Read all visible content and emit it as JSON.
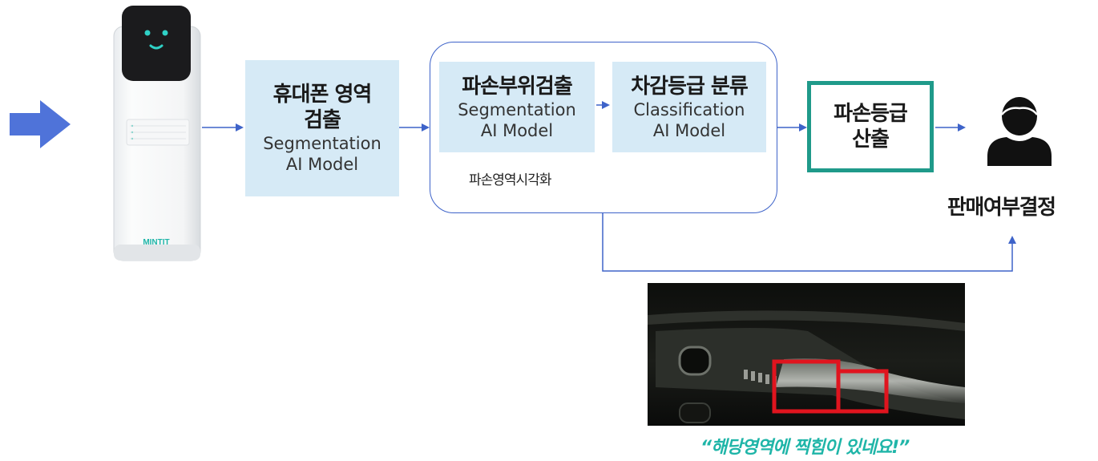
{
  "kiosk": {
    "brand": "MINTIT"
  },
  "steps": {
    "phone_area": {
      "title_line1": "휴대폰 영역",
      "title_line2": "검출",
      "sub_line1": "Segmentation",
      "sub_line2": "AI Model"
    },
    "damage_part": {
      "title": "파손부위검출",
      "sub_line1": "Segmentation",
      "sub_line2": "AI Model"
    },
    "grade_class": {
      "title": "차감등급 분류",
      "sub_line1": "Classification",
      "sub_line2": "AI Model"
    },
    "visualize_label": "파손영역시각화",
    "grade_calc": {
      "line1": "파손등급",
      "line2": "산출"
    }
  },
  "decision_label": "판매여부결정",
  "caption": "“해당영역에 찍힘이 있네요!”",
  "colors": {
    "arrow": "#3e63c9",
    "box_fill": "#d6eaf6",
    "green_border": "#1f9a8a",
    "caption": "#1fb5a8",
    "highlight_red": "#e0141e"
  }
}
